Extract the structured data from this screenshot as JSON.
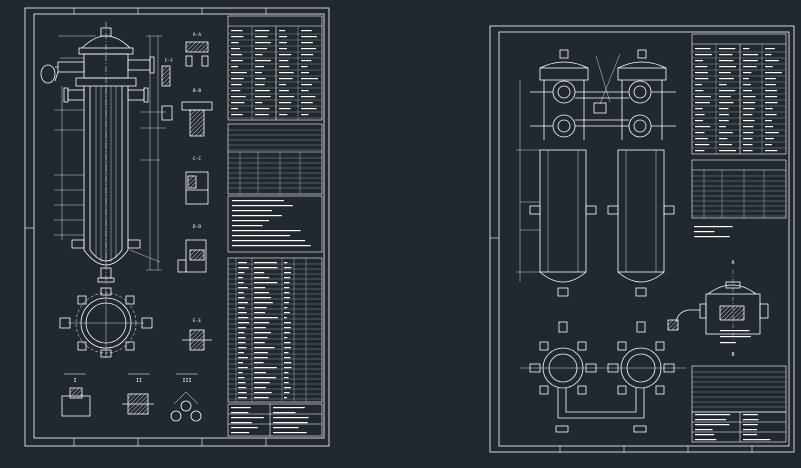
{
  "canvas": {
    "background": "#212830",
    "line_color": "#ffffff",
    "hatch_color": "#c8c8c8"
  },
  "sheet_left": {
    "title": "",
    "sections": [
      "A-A",
      "B-B",
      "C-C",
      "D-D",
      "E-E",
      "F-F"
    ],
    "detail_labels": [
      "I",
      "II",
      "III"
    ]
  },
  "sheet_right": {
    "title": "",
    "view_labels": [
      "A",
      "B"
    ]
  }
}
